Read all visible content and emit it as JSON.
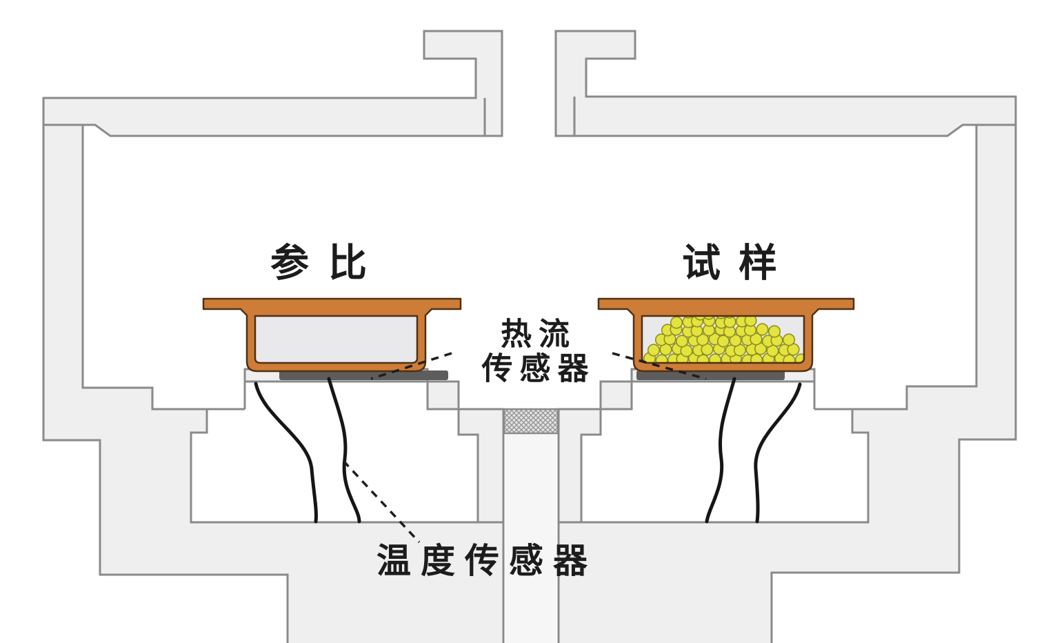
{
  "diagram": {
    "title": "heat-flux DSC furnace cross-section schematic",
    "labels": {
      "reference": "参比",
      "sample": "试样",
      "heat_flow_sensor_line1": "热流",
      "heat_flow_sensor_line2": "传感器",
      "temperature_sensor": "温度传感器"
    },
    "components": {
      "furnace_body": "furnace block cross-section",
      "reference_crucible": "empty reference pan (copper)",
      "sample_crucible": "sample pan (copper) filled with granules",
      "heat_flow_sensor_plates": "dark plates under both pans",
      "thermocouple_wires": "black sensor lead wires",
      "center_post": "central support tube with hatched plug",
      "leader_lines": "dashed annotation pointers"
    },
    "colors": {
      "bg": "#ffffff",
      "body_fill": "#efefef",
      "outline": "#8a8a8a",
      "tube_fill": "#f6f6f6",
      "hatch_fill": "#e2e2e2",
      "hatch_line": "#8f8f8f",
      "crucible_orange": "#cd7d37",
      "crucible_edge": "#4f3114",
      "crucible_interior": "#e9e9eb",
      "sensor_plate": "#5d5d5d",
      "bead_fill": "#e4e33f",
      "bead_edge": "#8f8f22",
      "wire": "#161616",
      "annotation": "#1d1d1d",
      "text": "#1c1c1c"
    }
  }
}
